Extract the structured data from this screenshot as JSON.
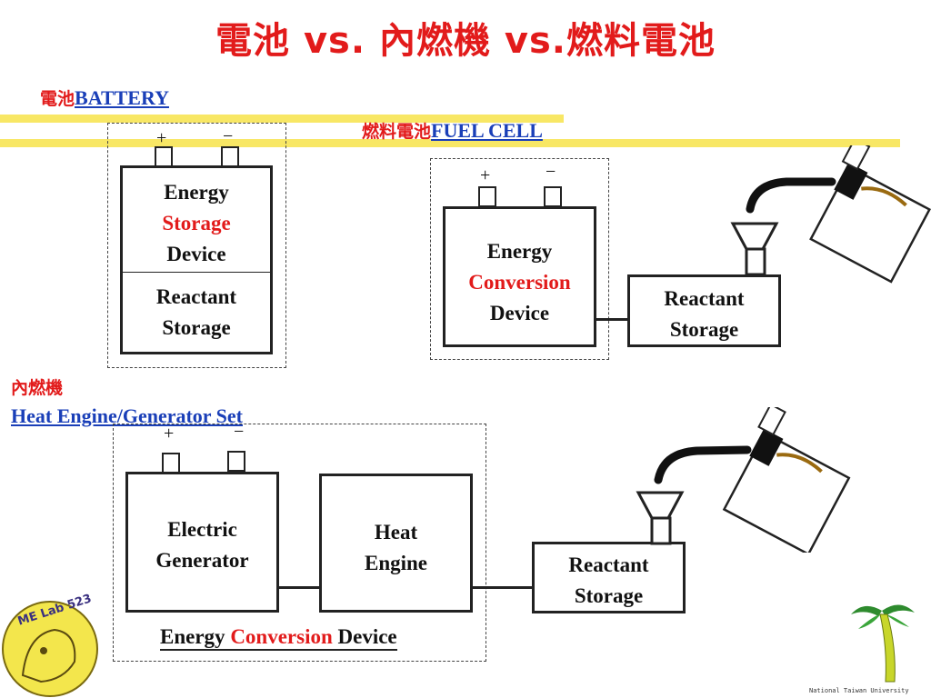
{
  "title": "電池 vs. 內燃機 vs.燃料電池",
  "battery": {
    "zh": "電池",
    "en": "BATTERY",
    "plus": "+",
    "minus": "−",
    "device": {
      "line1": "Energy",
      "line2": "Storage",
      "line3": "Device"
    },
    "reactant": {
      "line1": "Reactant",
      "line2": "Storage"
    }
  },
  "fuel_cell": {
    "zh": "燃料電池",
    "en": "FUEL CELL",
    "plus": "+",
    "minus": "−",
    "device": {
      "line1": "Energy",
      "line2": "Conversion",
      "line3": "Device"
    },
    "reactant": {
      "line1": "Reactant",
      "line2": "Storage"
    }
  },
  "heat_engine": {
    "zh": "內燃機",
    "en": "Heat Engine/Generator Set",
    "plus": "+",
    "minus": "−",
    "generator": {
      "line1": "Electric",
      "line2": "Generator"
    },
    "engine": {
      "line1": "Heat",
      "line2": "Engine"
    },
    "reactant": {
      "line1": "Reactant",
      "line2": "Storage"
    },
    "caption": {
      "word1": "Energy",
      "word2": "Conversion",
      "word3": "Device"
    }
  },
  "logo": {
    "text": "ME Lab 523"
  },
  "footer": {
    "university": "National Taiwan University"
  },
  "colors": {
    "accent_red": "#e21b1b",
    "link_blue": "#1a3fb8",
    "highlight": "#f7e34a"
  }
}
